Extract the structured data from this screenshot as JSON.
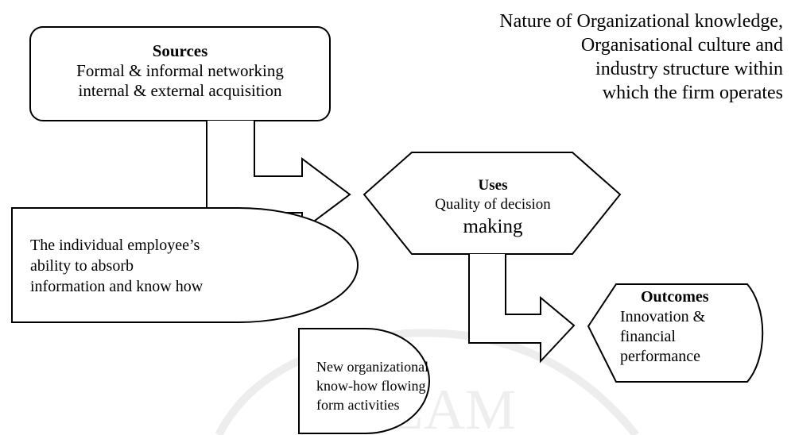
{
  "context": {
    "lines": [
      "Nature of Organizational knowledge,",
      "Organisational culture and",
      "industry structure within",
      "which the firm operates"
    ]
  },
  "sources": {
    "title": "Sources",
    "lines": [
      "Formal & informal networking",
      "internal & external acquisition"
    ]
  },
  "uses": {
    "title": "Uses",
    "lines": [
      "Quality of decision",
      "making"
    ]
  },
  "individual": {
    "lines": [
      "The individual employee’s",
      "ability to absorb",
      "information and know how"
    ]
  },
  "outcomes": {
    "title": "Outcomes",
    "lines": [
      "Innovation &",
      "financial",
      "performance"
    ]
  },
  "new_knowhow": {
    "lines": [
      "New organizational",
      "know-how flowing",
      "form activities"
    ]
  },
  "watermark": {
    "text": "ISLAM"
  }
}
